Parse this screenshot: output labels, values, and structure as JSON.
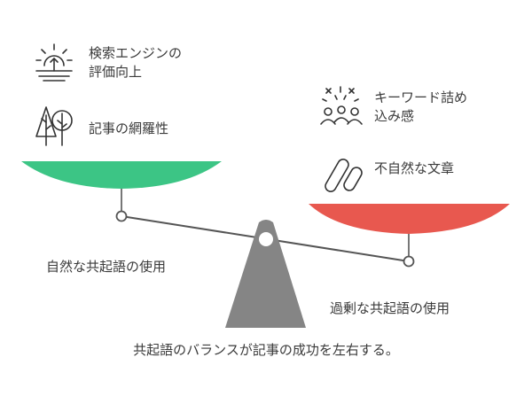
{
  "colors": {
    "left_pan": "#3cc585",
    "right_pan": "#e8584f",
    "beam": "#555555",
    "fulcrum": "#858585",
    "icon_stroke": "#333333"
  },
  "left": {
    "benefit_1": "検索エンジンの\n評価向上",
    "benefit_1_icon": "sunrise-icon",
    "benefit_2": "記事の網羅性",
    "benefit_2_icon": "trees-icon",
    "side_label": "自然な共起語の使用"
  },
  "right": {
    "drawback_1": "キーワード詰め\n込み感",
    "drawback_1_icon": "crowd-confusion-icon",
    "drawback_2": "不自然な文章",
    "drawback_2_icon": "broken-pills-icon",
    "side_label": "過剰な共起語の使用"
  },
  "caption": "共起語のバランスが記事の成功を左右する。"
}
